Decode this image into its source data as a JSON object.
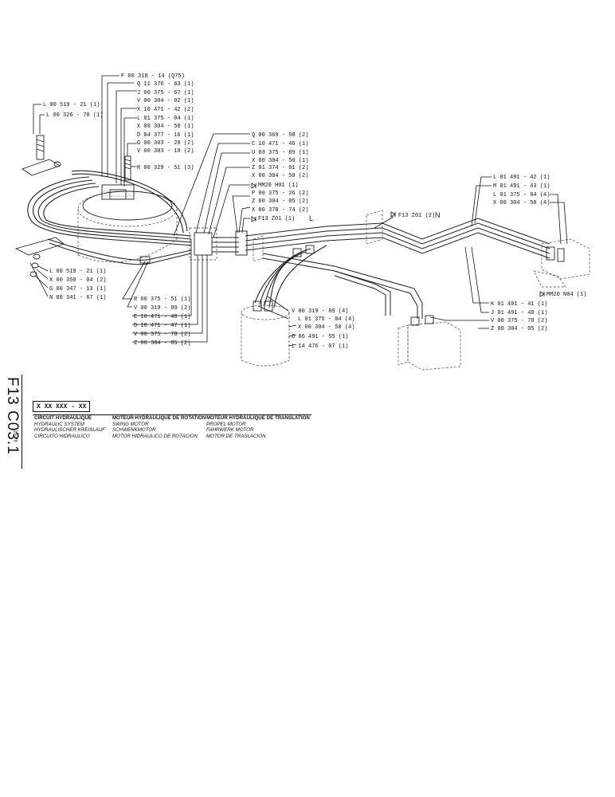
{
  "sheet": {
    "code": "F13 C03.1",
    "date": "10-79",
    "ref_box": "X  XX  XXX - XX"
  },
  "title_columns": [
    {
      "lines": [
        "CIRCUIT HYDRAULIQUE",
        "HYDRAULIC SYSTEM",
        "HYDRAULISCHER KREISLAUF",
        "CIRCUITO HIDRAULICO"
      ]
    },
    {
      "lines": [
        "MOTEUR HYDRAULIQUE DE ROTATION",
        "SWING MOTOR",
        "SCHWENKMOTOR",
        "MOTOR HIDRAULICO DE ROTACION"
      ]
    },
    {
      "lines": [
        "MOTEUR HYDRAULIQUE DE TRANSLATION",
        "PROPEL MOTOR",
        "FAHRWERK MOTOR",
        "MOTOR DE TRASLACION"
      ]
    }
  ],
  "callouts": {
    "group_top": [
      "F 00 318 - 14  (Q75)",
      "Q 11 376 - 63 (1)",
      "J 00 375 - 67 (1)",
      "V 00 304 - 02 (1)",
      "X 10 471 - 42 (2)",
      "L 01 375 - 04 (1)",
      "X 00 304 - 50 (1)",
      "D 04 377 - 16 (1)",
      "G 00 303 - 20 (2)",
      "V 00 303 - 10 (2)",
      "R 00 329 - 51 (3)"
    ],
    "group_upper_left": [
      "L 00 519 - 21 (1)",
      "L 00 326 - 70 (1)"
    ],
    "group_lower_left": [
      "L 00 519 - 21 (1)",
      "X 00 350 - 04 (2)",
      "G 00 347 - 13 (1)",
      "N 00 341 - 67 (1)"
    ],
    "group_bottom_center": [
      "R 00 375 - 51 (1)",
      "V 00 319 - 89 (2)",
      "E 10 471 - 48 (1)",
      "D 10 471 - 47 (1)",
      "V 00 375 - 78 (2)",
      "Z 00 304 - 05 (2)"
    ],
    "group_center": [
      "Q 00 369 - 98 (2)",
      "C 10 471 - 46 (1)",
      "U 03 375 - 89 (1)",
      "X 00 304 - 50 (1)",
      "Z 01 374 - 01 (2)",
      "X 00 304 - 50 (2)",
      "MM20 H01 (1)",
      "P 00 375 - 26 (2)",
      "Z 00 304 - 05 (2)",
      "X 00 370 - 74 (2)",
      "F13  Z01 (1)"
    ],
    "center_mark": "L",
    "mid_note": "F13 Z01 (2)",
    "mid_mark": "N",
    "group_right": [
      "L 01 491 - 42 (1)",
      "M 01 491 - 43 (1)",
      "L 01 375 - 04 (4)",
      "X 00 304 - 50 (4)"
    ],
    "right_motor": "MM20  N04 (1)",
    "group_motor_left": [
      "V 00 319 - 89 (4)",
      "L 01 375 - 04 (4)",
      "X 00 304 - 50 (4)",
      "D 06 491 - 55 (1)",
      "L 14 476 - 07 (1)"
    ],
    "group_motor_right": [
      "K 01 491 - 41 (1)",
      "J 01 491 - 40 (1)",
      "V 00 375 - 78 (2)",
      "Z 00 304 - 05 (2)"
    ]
  }
}
